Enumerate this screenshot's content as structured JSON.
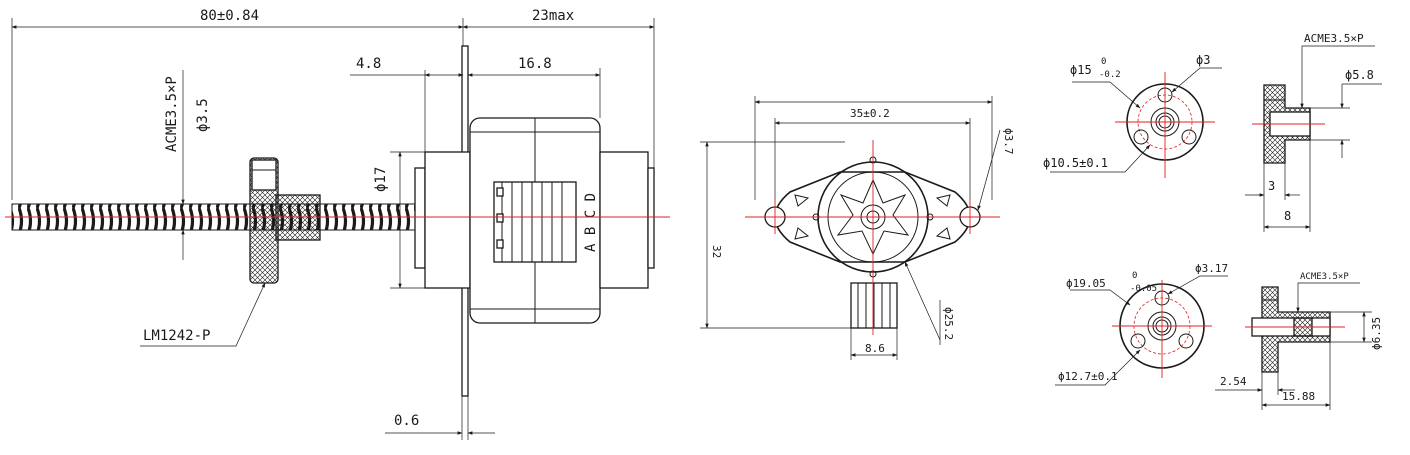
{
  "colors": {
    "line": "#1a1a1a",
    "centerline": "#e02020",
    "background": "#ffffff"
  },
  "side_view": {
    "overall_length": "80±0.84",
    "motor_length": "23max",
    "flange_offset": "4.8",
    "body_length": "16.8",
    "body_diameter": "ϕ17",
    "screw_spec": "ACME3.5×P",
    "screw_diameter": "ϕ3.5",
    "nut_label": "LM1242-P",
    "flange_thickness": "0.6",
    "phase_labels": "A B C D"
  },
  "front_view": {
    "mount_spacing": "35±0.2",
    "height": "32",
    "hole_diameter": "ϕ3.7",
    "body_diameter": "ϕ25.2",
    "connector_width": "8.6"
  },
  "nut_small": {
    "outer_diameter": "ϕ15",
    "outer_tol_upper": "0",
    "outer_tol_lower": "-0.2",
    "hole_diameter": "ϕ3",
    "pitch_circle": "ϕ10.5±0.1",
    "thread_spec": "ACME3.5×P",
    "inner_diameter": "ϕ5.8",
    "flange_width": "3",
    "total_width": "8"
  },
  "nut_large": {
    "outer_diameter": "ϕ19.05",
    "outer_tol_upper": "0",
    "outer_tol_lower": "-0.05",
    "hole_diameter": "ϕ3.17",
    "pitch_circle": "ϕ12.7±0.1",
    "thread_spec": "ACME3.5×P",
    "inner_diameter": "ϕ6.35",
    "flange_width": "2.54",
    "total_width": "15.88"
  }
}
